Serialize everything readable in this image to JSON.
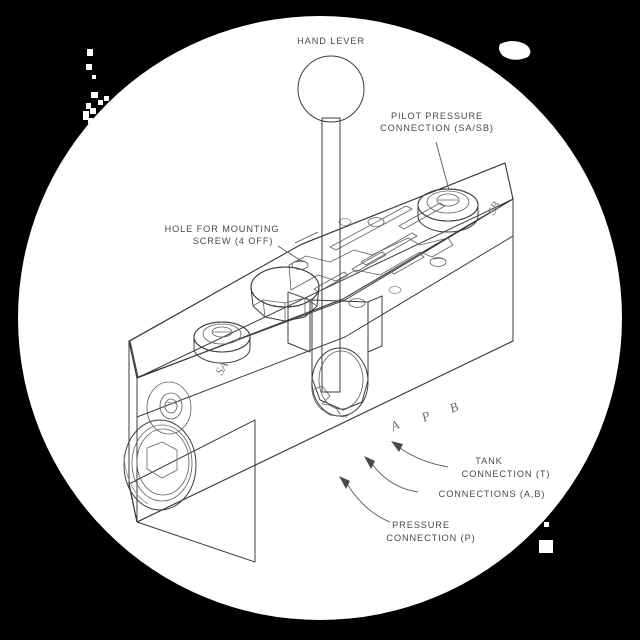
{
  "figure": {
    "title": "Hydraulic directional control valve with hand lever — isometric technical line drawing",
    "background_color": "#000000",
    "canvas_color": "#ffffff",
    "line_color": "#3d3d3d",
    "text_color": "#4a4a4a",
    "mask_shape": "circle"
  },
  "annotations": {
    "hand_lever": {
      "line1": "HAND LEVER"
    },
    "pilot_pressure": {
      "line1": "PILOT PRESSURE",
      "line2": "CONNECTION  (SA/SB)"
    },
    "mounting_hole": {
      "line1": "HOLE FOR MOUNTING",
      "line2": "SCREW (4 OFF)"
    },
    "tank": {
      "line1": "TANK",
      "line2": "CONNECTION  (T)"
    },
    "connections_ab": {
      "line1": "CONNECTIONS  (A,B)"
    },
    "pressure": {
      "line1": "PRESSURE",
      "line2": "CONNECTION  (P)"
    }
  },
  "port_letters": {
    "a": "A",
    "p": "P",
    "b": "B"
  },
  "face_labels": {
    "sa": "SA",
    "sb": "SB"
  }
}
